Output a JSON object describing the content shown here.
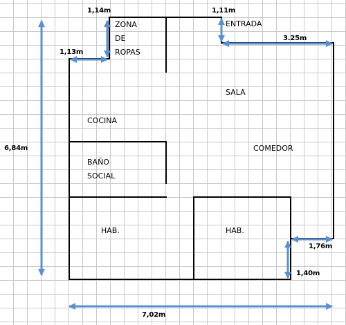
{
  "rooms": {
    "zona_de_ropas": [
      "ZONA",
      "DE",
      "ROPAS"
    ],
    "entrada": "ENTRADA",
    "sala": "SALA",
    "cocina": "COCINA",
    "comedor": "COMEDOR",
    "bano_social": [
      "BAÑO",
      "SOCIAL"
    ],
    "hab_left": "HAB.",
    "hab_right": "HAB."
  },
  "dimensions": {
    "total_height": "6,84m",
    "total_width": "7,02m",
    "zona_width": "1,14m",
    "entrada_width": "1,11m",
    "sala_width": "3.25m",
    "zona_depth": "1,13m",
    "comedor_notch_width": "1,76m",
    "comedor_notch_height": "1,40m"
  },
  "colors": {
    "walls": "#000000",
    "dimension_arrows": "#5a8fd0",
    "grid": "#c9c9c9"
  }
}
